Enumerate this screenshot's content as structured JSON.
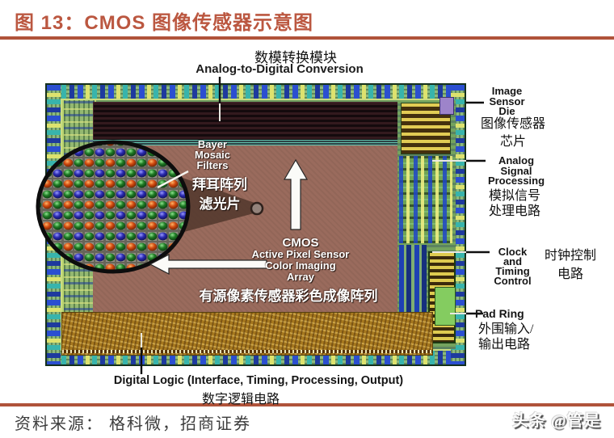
{
  "title": "图 13：CMOS 图像传感器示意图",
  "diagram": {
    "adc": {
      "cn": "数模转换模块",
      "en": "Analog-to-Digital Conversion"
    },
    "bayer": {
      "en1": "Bayer",
      "en2": "Mosaic",
      "en3": "Filters",
      "cn1": "拜耳阵列",
      "cn2": "滤光片"
    },
    "cmos": {
      "en1": "CMOS",
      "en2": "Active Pixel Sensor",
      "en3": "Color Imaging",
      "en4": "Array",
      "cn": "有源像素传感器彩色成像阵列"
    },
    "die": {
      "en1": "Image",
      "en2": "Sensor",
      "en3": "Die",
      "cn1": "图像传感器",
      "cn2": "芯片"
    },
    "asp": {
      "en1": "Analog",
      "en2": "Signal",
      "en3": "Processing",
      "cn1": "模拟信号",
      "cn2": "处理电路"
    },
    "clock": {
      "en1": "Clock",
      "en2": "and",
      "en3": "Timing",
      "en4": "Control",
      "cn1": "时钟控制",
      "cn2": "电路"
    },
    "pad": {
      "en": "Pad Ring",
      "cn1": "外围输入/",
      "cn2": "输出电路"
    },
    "logic": {
      "en": "Digital Logic (Interface, Timing, Processing, Output)",
      "cn": "数字逻辑电路"
    }
  },
  "footer": {
    "source": "资料来源：  格科微，招商证券",
    "watermark": "头条 @管是"
  },
  "colors": {
    "accent_rule": "#b0533a",
    "title_text": "#bb5740",
    "pixel_array": "#9a6b5d",
    "bayer_green": "#1e7a24",
    "bayer_blue": "#2a2ab0",
    "bayer_red": "#d24a10"
  }
}
